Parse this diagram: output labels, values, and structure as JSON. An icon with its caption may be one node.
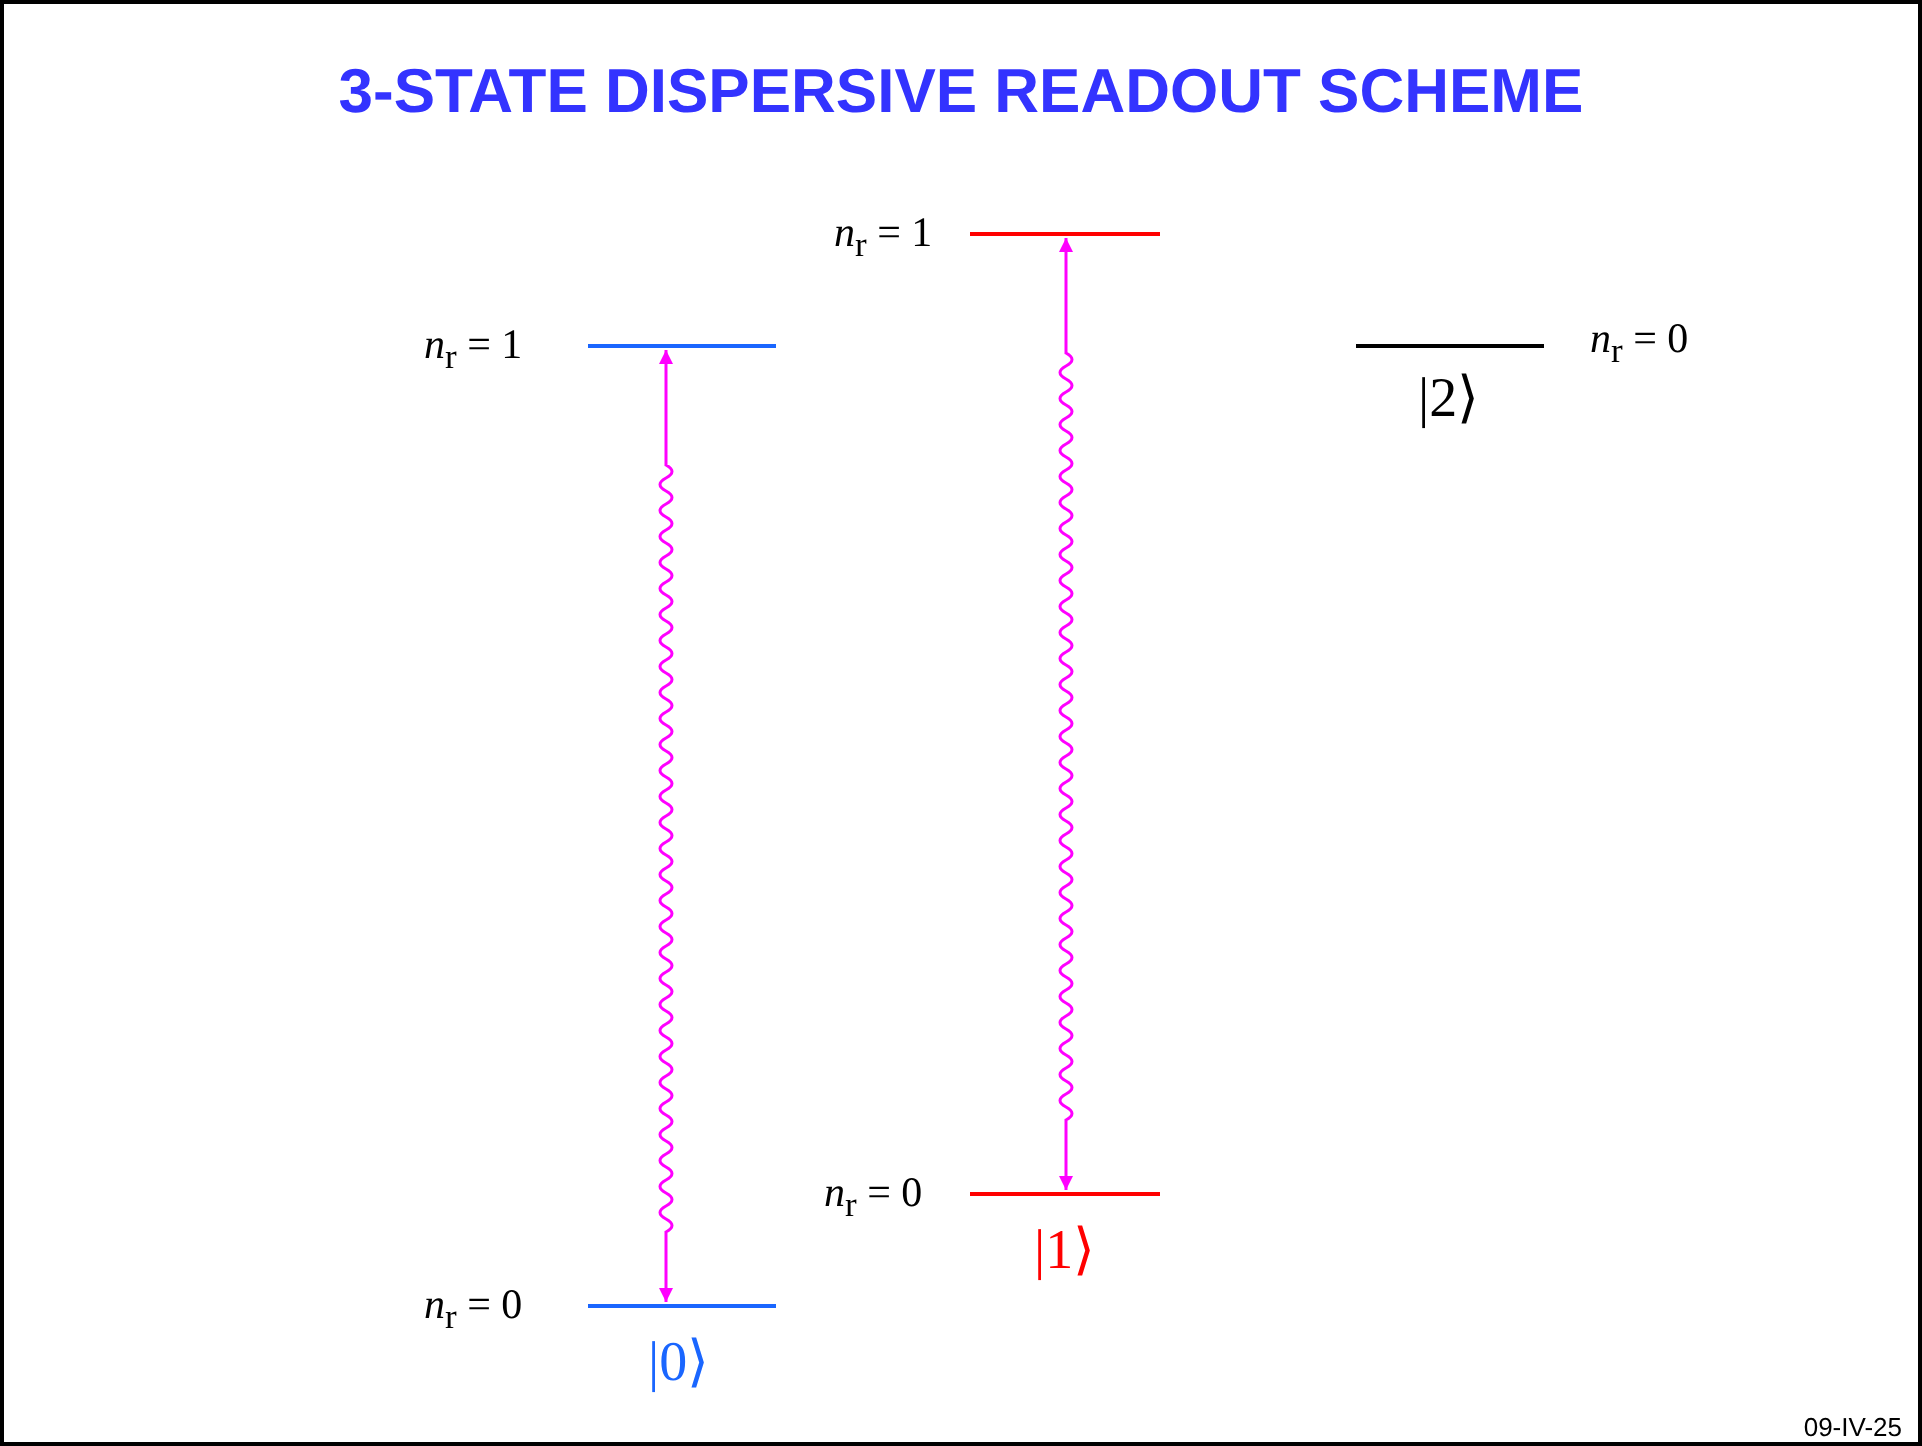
{
  "diagram": {
    "title": "3-STATE DISPERSIVE READOUT SCHEME",
    "nodes": [
      {
        "text": [],
        "shape": "bar",
        "beside": [
          "*n*$_{r}$ = 1"
        ]
      },
      {
        "text": [],
        "shape": "bar",
        "beside": [
          "*n*$_{r}$ = 0",
          "|0⟩"
        ]
      },
      {
        "text": [],
        "shape": "bar",
        "beside": [
          "*n*$_{r}$ = 1"
        ]
      },
      {
        "text": [],
        "shape": "bar",
        "beside": [
          "*n*$_{r}$ = 0",
          "|1⟩"
        ]
      },
      {
        "text": [],
        "shape": "bar",
        "beside": [
          "*n*$_{r}$ = 0",
          "|2⟩"
        ]
      }
    ],
    "edges": [
      {
        "from": 1,
        "to": 0,
        "arrow": "both"
      },
      {
        "from": 3,
        "to": 2,
        "arrow": "both"
      }
    ],
    "labels": [
      "09-IV-25"
    ]
  }
}
